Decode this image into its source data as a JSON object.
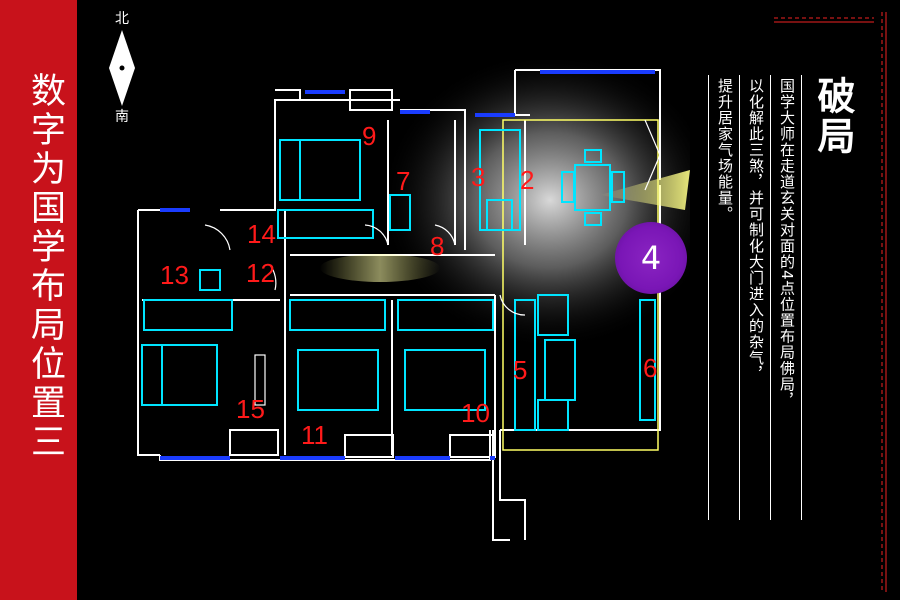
{
  "sidebar": {
    "title": "数字为国学布局位置三"
  },
  "compass": {
    "north": "北",
    "south": "南"
  },
  "plan": {
    "room_numbers": [
      "2",
      "3",
      "4",
      "5",
      "6",
      "7",
      "8",
      "9",
      "10",
      "11",
      "12",
      "13",
      "14",
      "15"
    ]
  },
  "badge": {
    "label": "4"
  },
  "heading": "破局",
  "paragraph": {
    "col1": "国学大师在走道玄关对面的4点位置布局佛局，",
    "col2": "以化解此三煞，并可制化大门进入的杂气，",
    "col3": "提升居家气场能量。"
  },
  "colors": {
    "sidebar": "#c8121b",
    "background": "#000000",
    "wall": "#ffffff",
    "furniture": "#00e5ff",
    "window": "#1a3cff",
    "numbers": "#ff1a1a",
    "badge": "#7a16b6",
    "highlight": "#ffff66"
  }
}
